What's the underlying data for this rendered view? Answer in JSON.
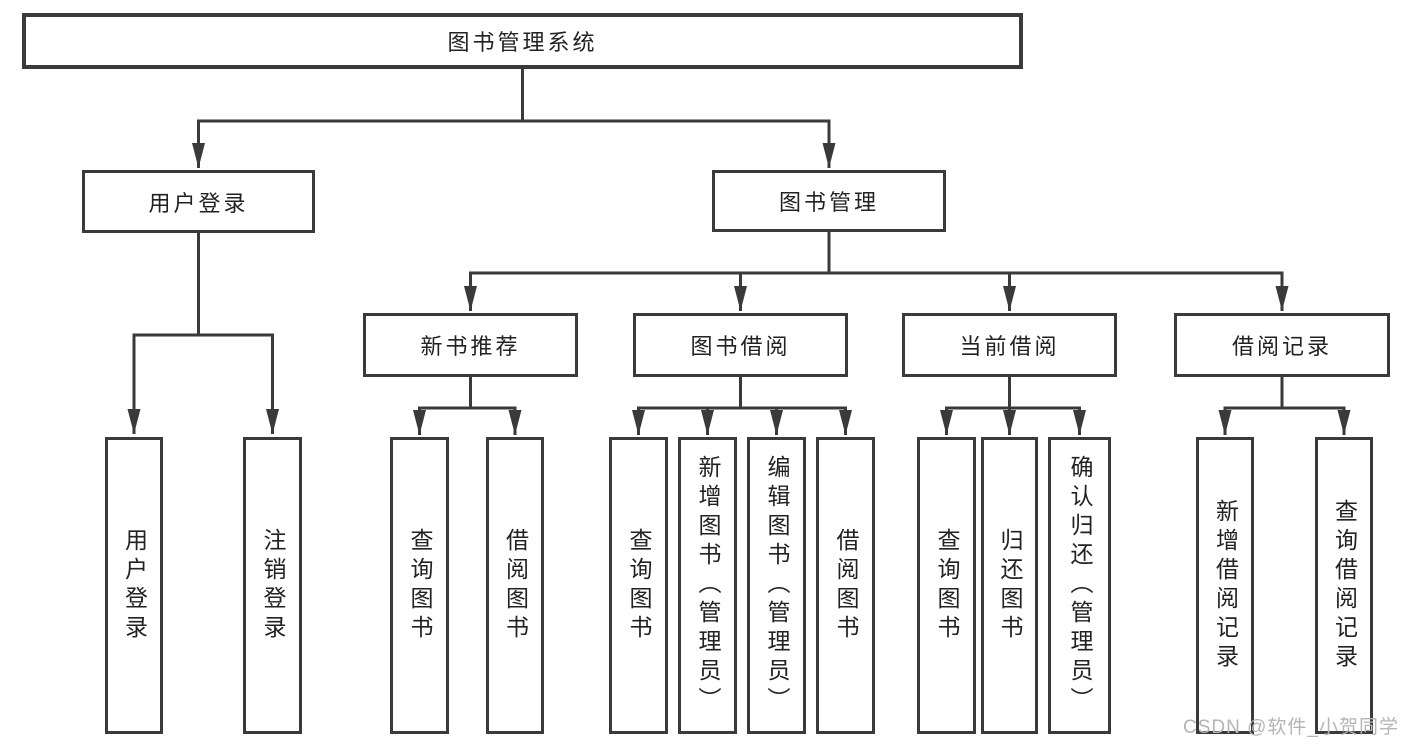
{
  "tree": {
    "label": "图书管理系统",
    "children": [
      {
        "label": "用户登录",
        "children": [
          {
            "label": "用户登录"
          },
          {
            "label": "注销登录"
          }
        ]
      },
      {
        "label": "图书管理",
        "children": [
          {
            "label": "新书推荐",
            "children": [
              {
                "label": "查询图书"
              },
              {
                "label": "借阅图书"
              }
            ]
          },
          {
            "label": "图书借阅",
            "children": [
              {
                "label": "查询图书"
              },
              {
                "label": "新增图书（管理员）"
              },
              {
                "label": "编辑图书（管理员）"
              },
              {
                "label": "借阅图书"
              }
            ]
          },
          {
            "label": "当前借阅",
            "children": [
              {
                "label": "查询图书"
              },
              {
                "label": "归还图书"
              },
              {
                "label": "确认归还（管理员）"
              }
            ]
          },
          {
            "label": "借阅记录",
            "children": [
              {
                "label": "新增借阅记录"
              },
              {
                "label": "查询借阅记录"
              }
            ]
          }
        ]
      }
    ]
  },
  "watermark": "CSDN @软件_小贺同学",
  "colors": {
    "line": "#3a3a3a",
    "text": "#222222",
    "box_background": "#ffffff",
    "watermark": "#b5b5b5"
  }
}
